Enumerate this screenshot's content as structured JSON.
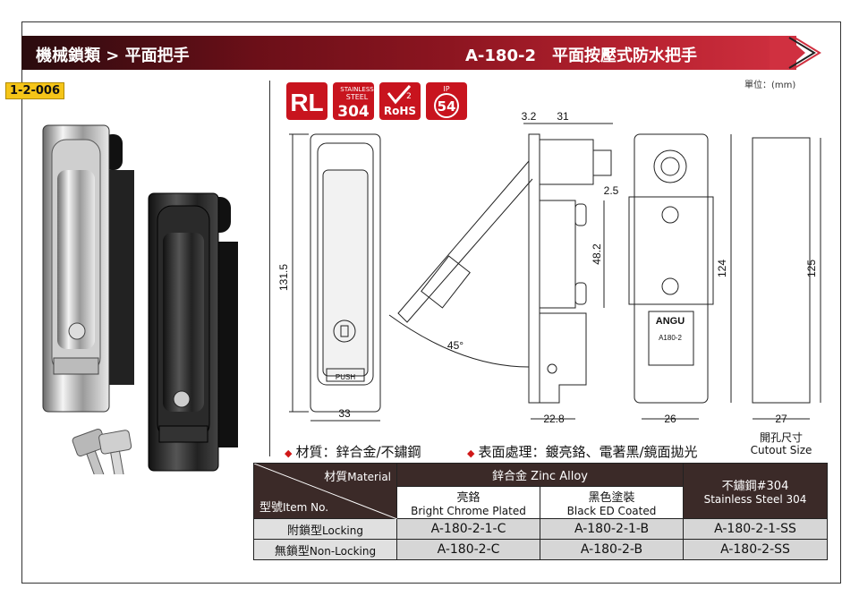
{
  "header": {
    "category": "機械鎖類 > 平面把手",
    "product_title": "A-180-2　平面按壓式防水把手",
    "code": "1-2-006",
    "unit": "單位：(mm)"
  },
  "badges": {
    "rl": "RL",
    "stainless_top": "STAINLESS",
    "stainless_mid": "STEEL",
    "stainless_num": "304",
    "rohs": "RoHS",
    "rohs_num": "2",
    "ip": "IP",
    "ip_num": "54"
  },
  "drawing": {
    "dims": {
      "height_front": "131.5",
      "width_front": "33",
      "side_top_a": "3.2",
      "side_top_b": "31",
      "side_2_5": "2.5",
      "side_48_2": "48.2",
      "side_width": "22.8",
      "angle": "45°",
      "back_height": "124",
      "back_width": "26",
      "cutout_height": "125",
      "cutout_width": "27"
    },
    "push_label": "PUSH",
    "brand": "ANGU",
    "model_mark": "A180-2",
    "cutout_zh": "開孔尺寸",
    "cutout_en": "Cutout Size"
  },
  "features": {
    "material": "材質：鋅合金/不鏽鋼",
    "finish": "表面處理：鍍亮鉻、電著黑/鏡面拋光"
  },
  "table": {
    "material_zh": "材質",
    "material_en": "Material",
    "model_zh": "型號",
    "model_en": "Item No.",
    "zinc": "鋅合金 Zinc Alloy",
    "stainless_zh": "不鏽鋼#304",
    "stainless_en": "Stainless Steel 304",
    "chrome_zh": "亮鉻",
    "chrome_en": "Bright Chrome Plated",
    "black_zh": "黑色塗裝",
    "black_en": "Black ED Coated",
    "rows": [
      {
        "zh": "附鎖型",
        "en": "Locking",
        "c1": "A-180-2-1-C",
        "c2": "A-180-2-1-B",
        "c3": "A-180-2-1-SS"
      },
      {
        "zh": "無鎖型",
        "en": "Non-Locking",
        "c1": "A-180-2-C",
        "c2": "A-180-2-B",
        "c3": "A-180-2-SS"
      }
    ]
  },
  "colors": {
    "banner_dark": "#2a0b0e",
    "banner_red": "#b82230",
    "badge_red": "#c8141e",
    "code_yellow": "#f5c518"
  }
}
